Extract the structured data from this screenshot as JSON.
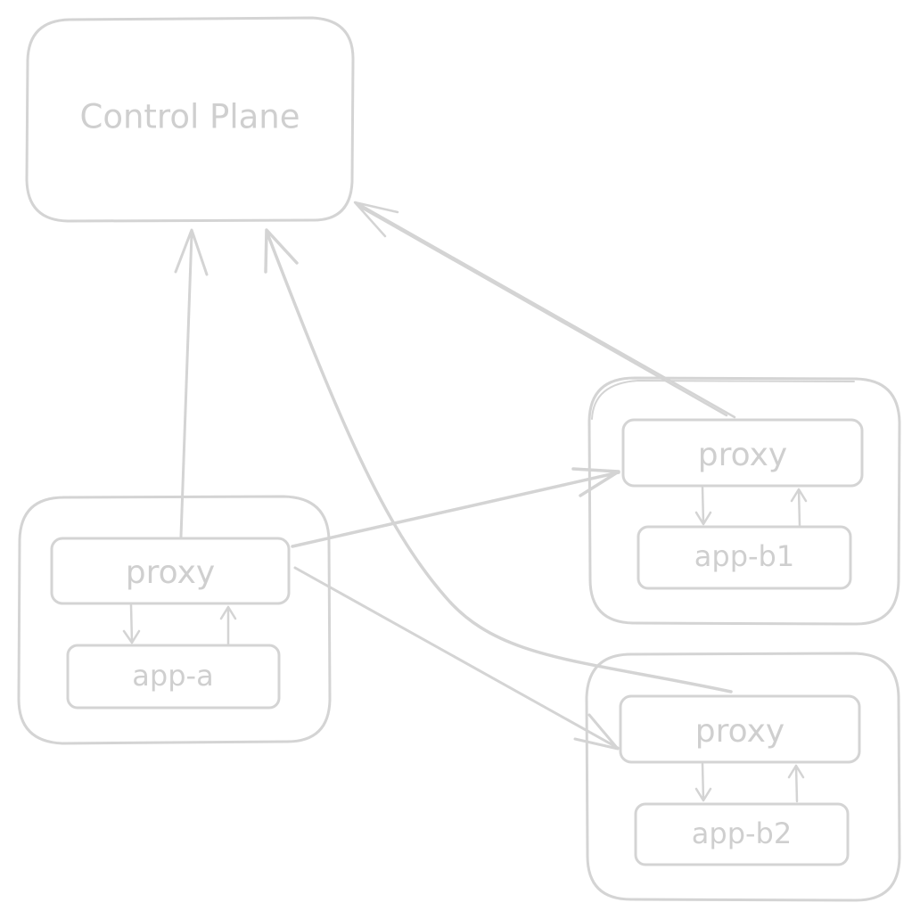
{
  "colors": {
    "stroke": "#d4d4d4",
    "text": "#cfcfcf",
    "background": "#ffffff"
  },
  "control_plane": {
    "label": "Control Plane"
  },
  "service_a": {
    "proxy_label": "proxy",
    "app_label": "app-a"
  },
  "service_b1": {
    "proxy_label": "proxy",
    "app_label": "app-b1"
  },
  "service_b2": {
    "proxy_label": "proxy",
    "app_label": "app-b2"
  }
}
